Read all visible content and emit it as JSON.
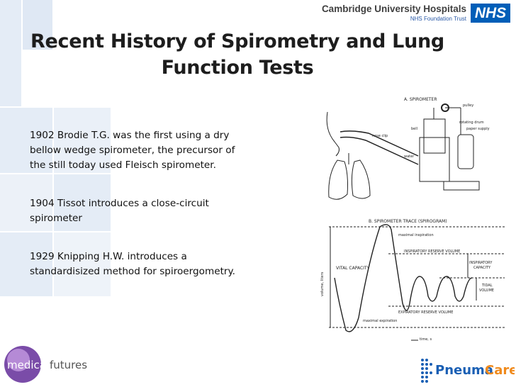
{
  "header": {
    "org_name": "Cambridge University Hospitals",
    "org_trust": "NHS Foundation Trust",
    "nhs_badge": "NHS"
  },
  "slide": {
    "title_line1": "Recent History of Spirometry and Lung",
    "title_line2": "Function Tests",
    "paragraphs": [
      {
        "line1": "1902 Brodie T.G. was the first using a dry",
        "line2": "bellow wedge spirometer, the precursor of",
        "line3": "the still today used Fleisch spirometer."
      },
      {
        "line1": "1904  Tissot introduces a close-circuit",
        "line2": "spirometer"
      },
      {
        "line1": "1929  Knipping H.W. introduces a",
        "line2": "standardisized method for spiroergometry."
      }
    ]
  },
  "figure": {
    "section_a": "A. SPIROMETER",
    "pulley": "pulley",
    "rotating_drum": "rotating drum",
    "paper_supply": "paper supply",
    "bell": "bell",
    "nose_clip": "nose clip",
    "water": "water",
    "section_b": "B. SPIROMETER TRACE (SPIROGRAM)",
    "max_inspiration": "maximal inspiration",
    "vital_capacity": "VITAL CAPACITY",
    "inspiratory_reserve_volume": "INSPIRATORY RESERVE VOLUME",
    "inspiratory_capacity_1": "INSPIRATORY",
    "inspiratory_capacity_2": "CAPACITY",
    "tidal_1": "TIDAL",
    "tidal_2": "VOLUME",
    "expiratory_reserve_volume": "EXPIRATORY RESERVE VOLUME",
    "max_expiration": "maximal expiration",
    "y_axis": "volume, liters",
    "x_axis": "time, s"
  },
  "logos": {
    "medical_1": "medical",
    "medical_2": "futures",
    "pneuma_1": "Pneuma",
    "pneuma_2": "Care"
  },
  "colors": {
    "nhs_blue": "#005eb8",
    "side_block": "#e4ecf6",
    "pneuma_blue": "#1a5fb4",
    "pneuma_orange": "#f08a1c"
  }
}
